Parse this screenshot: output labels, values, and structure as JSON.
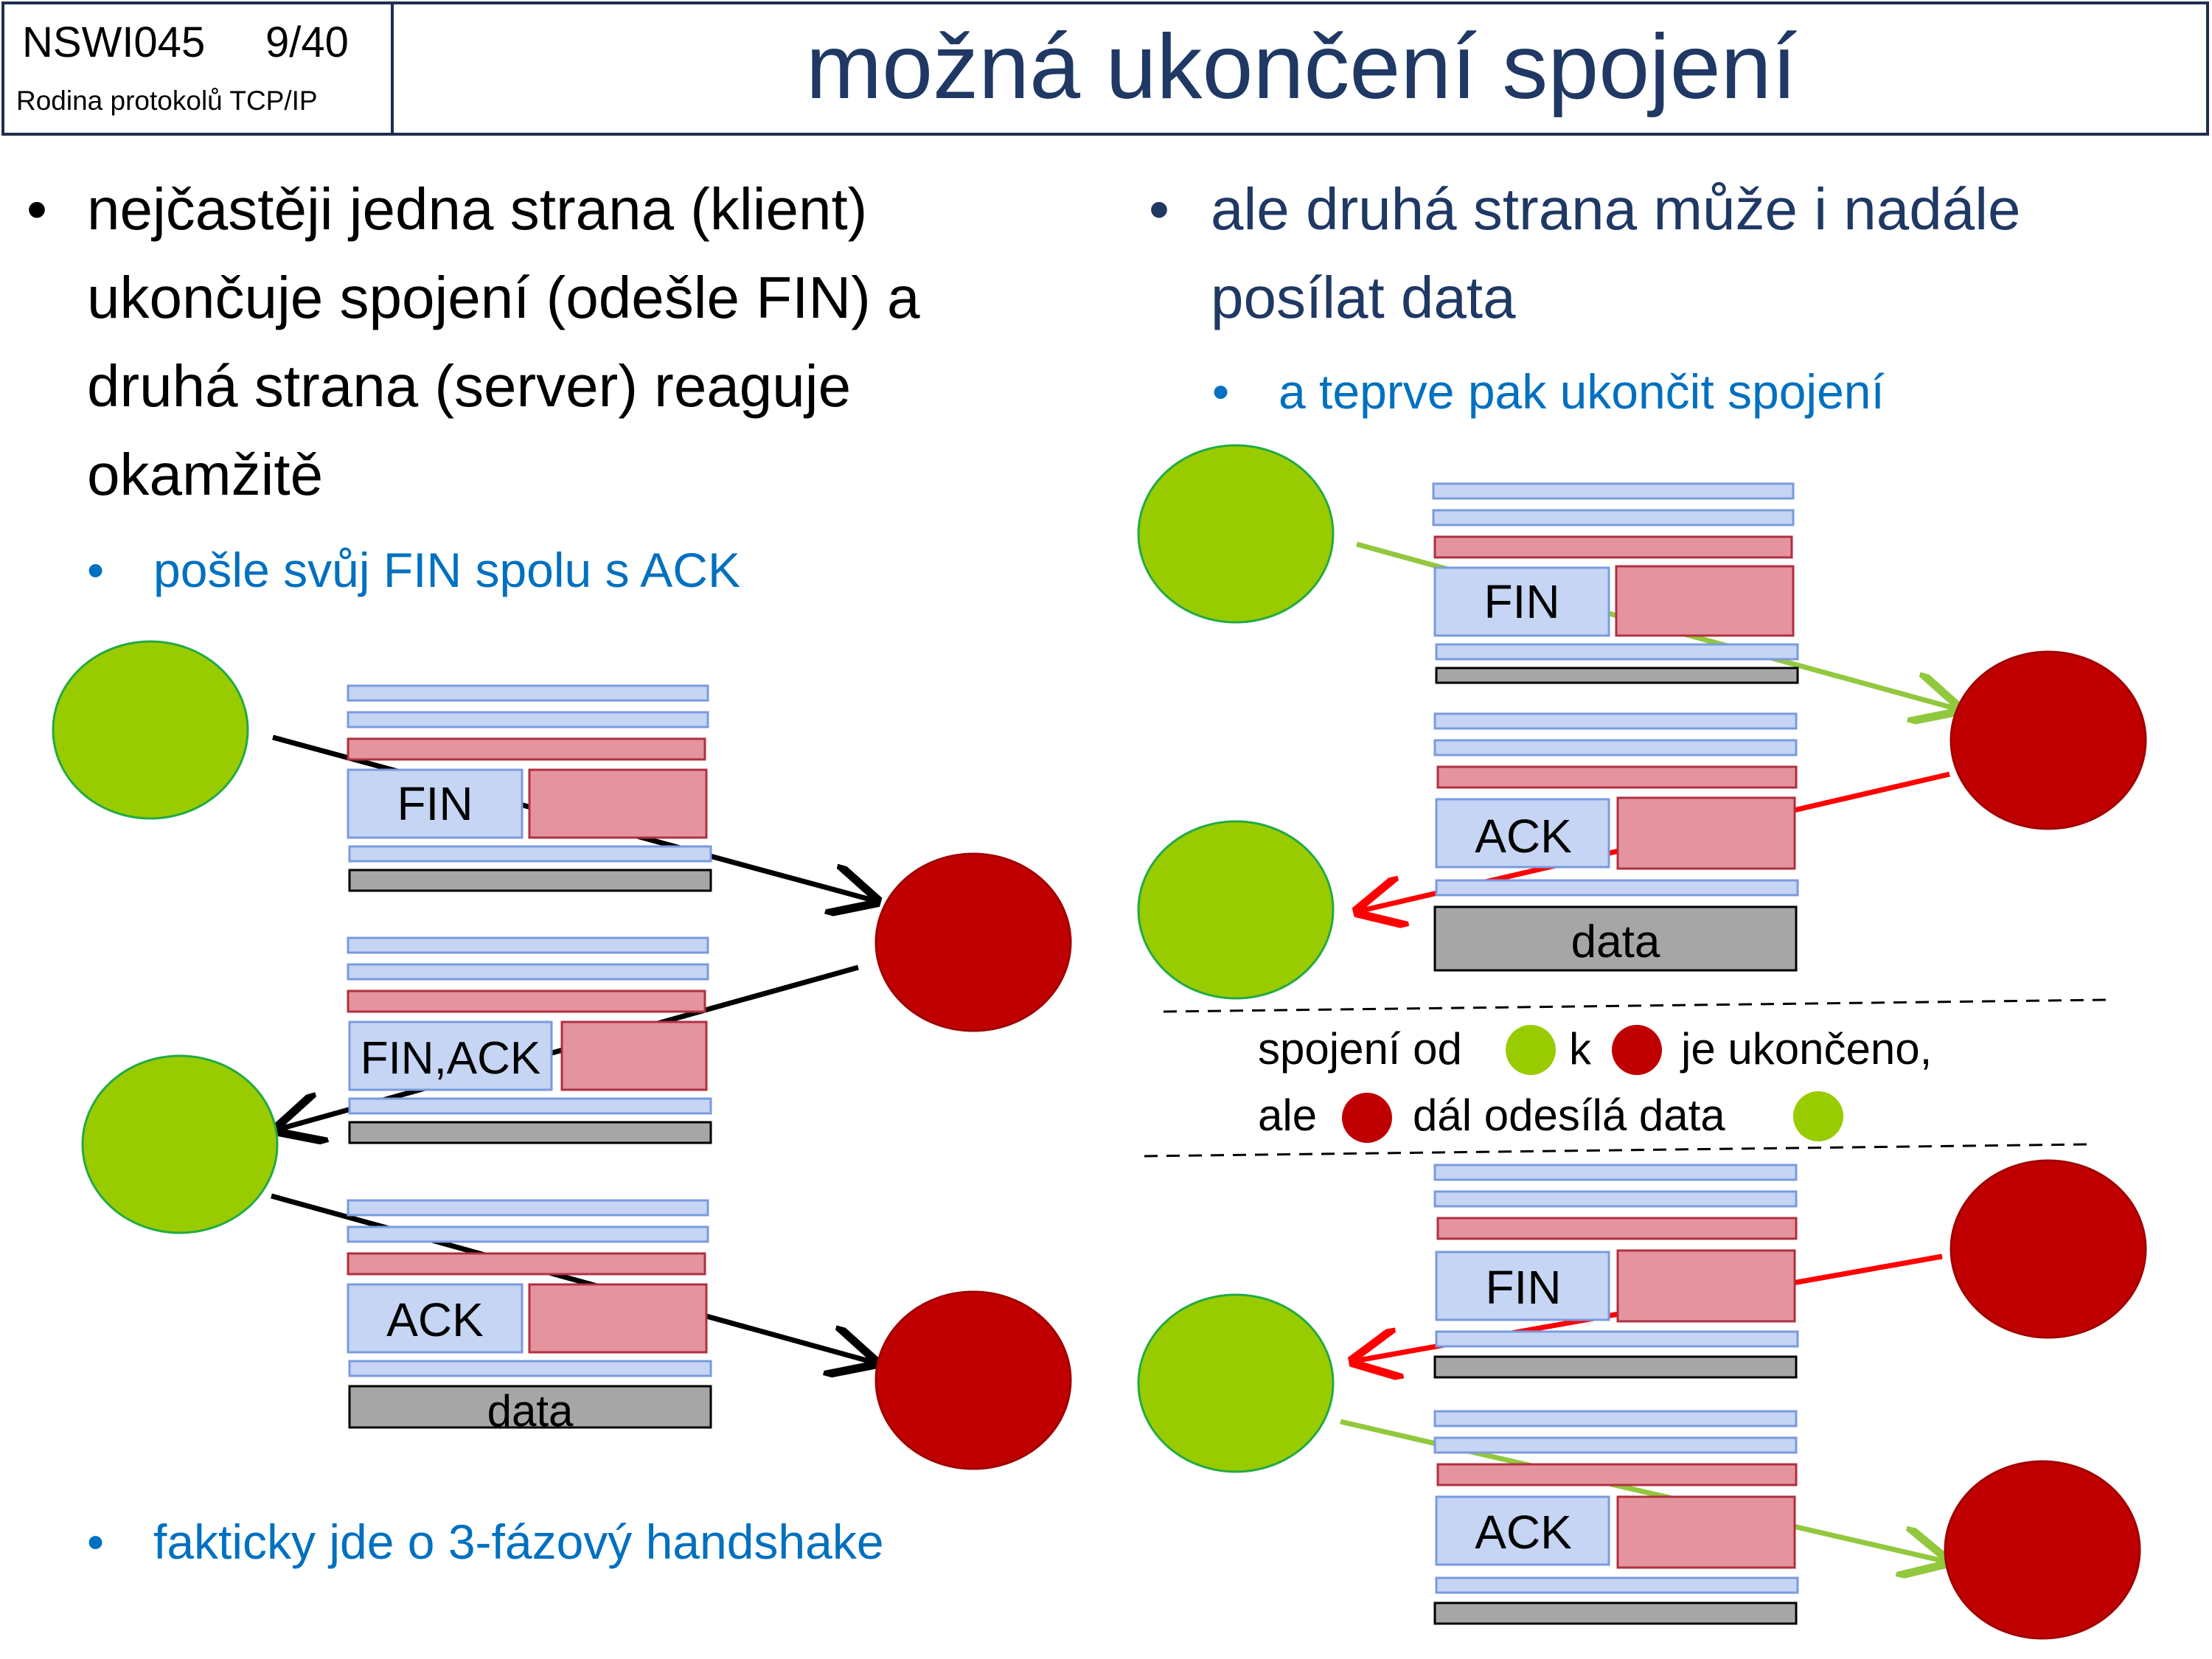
{
  "header": {
    "course": "NSWI045",
    "slide_number": "9/40",
    "subtitle": "Rodina protokolů TCP/IP",
    "title": "možná ukončení spojení"
  },
  "left": {
    "bullet_lines": [
      "nejčastěji jedna strana (klient)",
      "ukončuje spojení (odešle FIN) a",
      "druhá strana (server) reaguje",
      "okamžitě"
    ],
    "sub_bullet": "pošle svůj FIN spolu s ACK",
    "bottom_bullet": "fakticky jde o 3-fázový handshake",
    "packets": [
      {
        "label": "FIN",
        "data_label": ""
      },
      {
        "label": "FIN,ACK",
        "data_label": ""
      },
      {
        "label": "ACK",
        "data_label": "data"
      }
    ]
  },
  "right": {
    "bullet_lines": [
      "ale druhá strana může i nadále",
      "posílat data"
    ],
    "sub_bullet": "a teprve pak ukončit spojení",
    "packets_top": [
      {
        "label": "FIN",
        "data_label": ""
      },
      {
        "label": "ACK",
        "data_label": "data"
      }
    ],
    "note": {
      "line1_a": "spojení od",
      "line1_b": "k",
      "line1_c": "je ukončeno,",
      "line2_a": "ale",
      "line2_b": "dál odesílá data"
    },
    "packets_bottom": [
      {
        "label": "FIN",
        "data_label": ""
      },
      {
        "label": "ACK",
        "data_label": ""
      }
    ]
  },
  "colors": {
    "client": "#99cc00",
    "server": "#c00000",
    "blue_bar": "#c5d5f3",
    "red_bar": "#e4949f",
    "gray_bar": "#a6a6a6",
    "title": "#1f3864",
    "sub_text": "#0070c0",
    "arrow_green": "#92c83e",
    "arrow_red": "#ff0000"
  }
}
